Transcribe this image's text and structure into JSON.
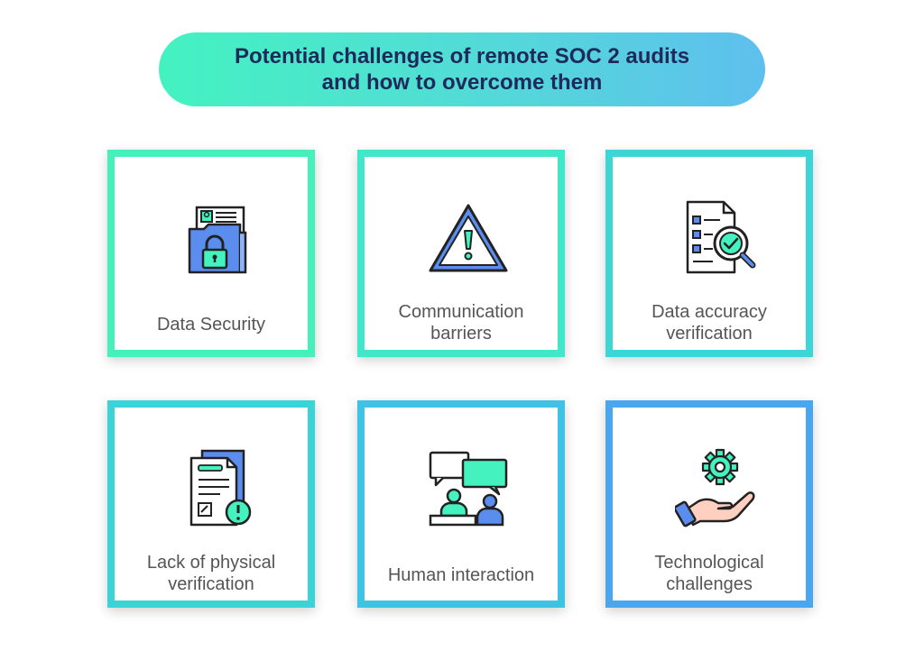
{
  "title": {
    "line1": "Potential challenges of remote SOC 2 audits",
    "line2": "and how to overcome them"
  },
  "cards": [
    {
      "icon": "folder-lock-icon",
      "label1": "Data Security",
      "label2": ""
    },
    {
      "icon": "warning-triangle-icon",
      "label1": "Communication",
      "label2": "barriers"
    },
    {
      "icon": "document-magnifier-check-icon",
      "label1": "Data accuracy",
      "label2": "verification"
    },
    {
      "icon": "document-alert-icon",
      "label1": "Lack of physical",
      "label2": "verification"
    },
    {
      "icon": "people-chat-icon",
      "label1": "Human interaction",
      "label2": ""
    },
    {
      "icon": "hand-gear-icon",
      "label1": "Technological",
      "label2": "challenges"
    }
  ],
  "colors": {
    "accent_green": "#44f2c0",
    "accent_blue": "#5ebfee",
    "icon_blue": "#5b8def",
    "title_text": "#1e2a5a",
    "label_text": "#555555"
  }
}
